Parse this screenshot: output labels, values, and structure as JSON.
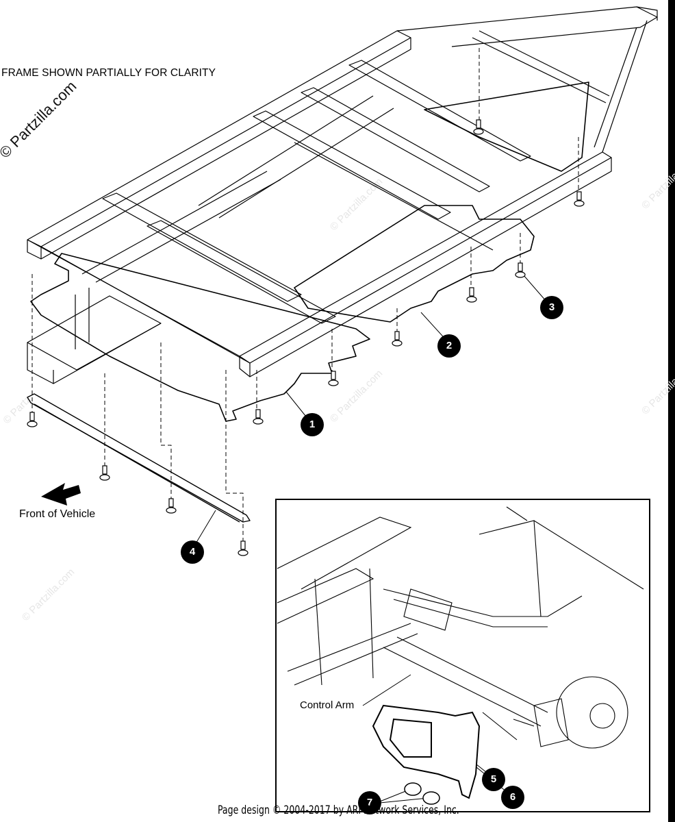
{
  "caption": "FRAME SHOWN PARTIALLY FOR CLARITY",
  "watermark": "© Partzilla.com",
  "front_label": "Front of Vehicle",
  "control_arm_label": "Control Arm",
  "footer": "Page design © 2004-2017 by ARI Network Services, Inc.",
  "callouts": [
    "1",
    "2",
    "3",
    "4",
    "5",
    "6",
    "7"
  ]
}
